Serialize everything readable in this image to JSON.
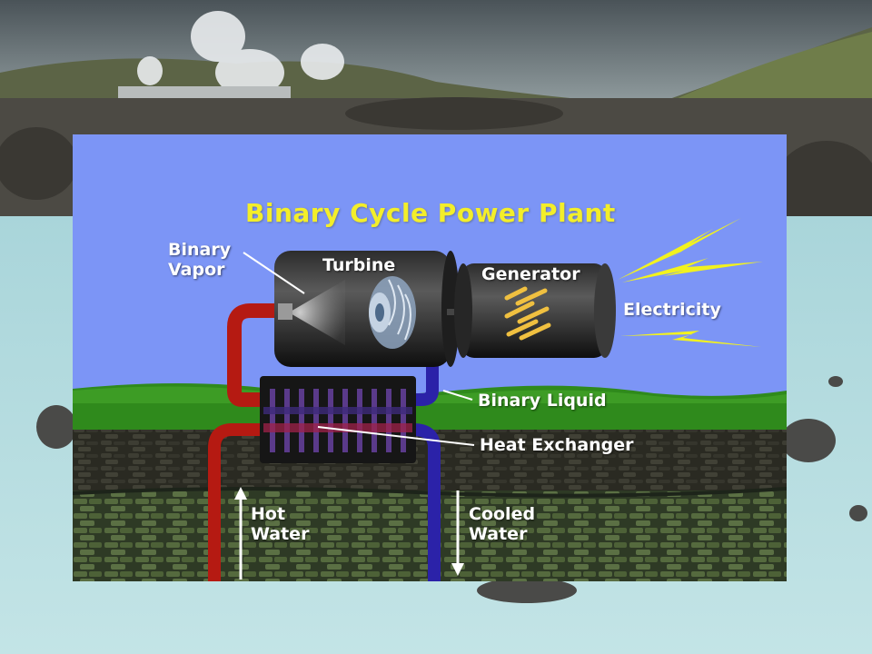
{
  "title": "Binary Cycle Power Plant",
  "labels": {
    "binary_vapor": "Binary\nVapor",
    "turbine": "Turbine",
    "generator": "Generator",
    "electricity": "Electricity",
    "binary_liquid": "Binary Liquid",
    "heat_exchanger": "Heat Exchanger",
    "hot_water": "Hot\nWater",
    "cooled_water": "Cooled\nWater"
  },
  "colors": {
    "title": "#f3ee2a",
    "sky": "#7c95f6",
    "grass": "#2f8a1c",
    "hot_pipe": "#b51a12",
    "cool_pipe": "#2b22a8",
    "lightning": "#f2f21e"
  }
}
